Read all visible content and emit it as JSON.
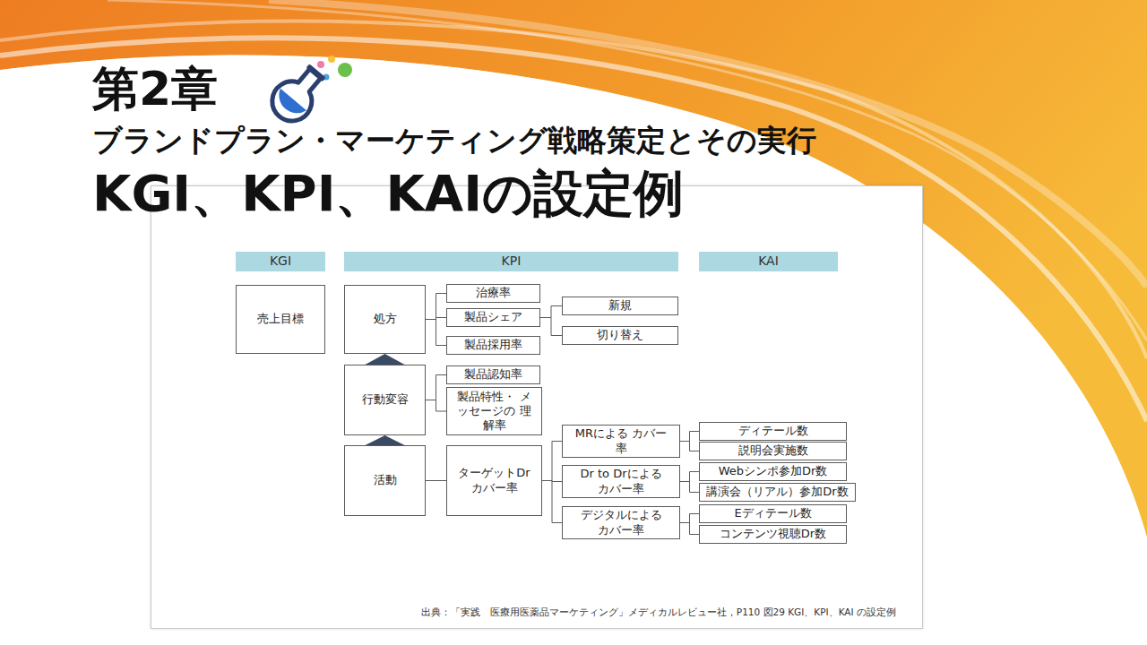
{
  "diagram": {
    "title": "KGI、KPI、KAIの設定例",
    "caption": "出典：「実践　医療用医薬品マーケティング」メディカルレビュー社，P110 図29 KGI、KPI、KAI の設定例",
    "nodes": [
      {
        "text": [
          "KGI"
        ]
      },
      {
        "text": [
          "KPI"
        ]
      },
      {
        "text": [
          "KAI"
        ]
      },
      {
        "text": [
          "売上目標"
        ]
      },
      {
        "text": [
          "処方"
        ]
      },
      {
        "text": [
          "治療率"
        ]
      },
      {
        "text": [
          "製品シェア"
        ]
      },
      {
        "text": [
          "新規"
        ]
      },
      {
        "text": [
          "切り替え"
        ]
      },
      {
        "text": [
          "製品採用率"
        ]
      },
      {
        "text": [
          "行動変容"
        ]
      },
      {
        "text": [
          "製品認知率"
        ]
      },
      {
        "text": [
          "製品特性・ メッセージの 理解率"
        ]
      },
      {
        "text": [
          "活動"
        ]
      },
      {
        "text": [
          "ターゲットDr カバー率"
        ]
      },
      {
        "text": [
          "MRによる カバー率"
        ]
      },
      {
        "text": [
          "Dr to Drによる カバー率"
        ]
      },
      {
        "text": [
          "デジタルによる カバー率"
        ]
      },
      {
        "text": [
          "ディテール数"
        ]
      },
      {
        "text": [
          "説明会実施数"
        ]
      },
      {
        "text": [
          "Webシンポ参加Dr数"
        ]
      },
      {
        "text": [
          "講演会（リアル）参加Dr数"
        ]
      },
      {
        "text": [
          "Eディテール数"
        ]
      },
      {
        "text": [
          "コンテンツ視聴Dr数"
        ]
      }
    ],
    "edges": [
      {
        "from": 4,
        "to": 5,
        "arrow": "none"
      },
      {
        "from": 4,
        "to": 6,
        "arrow": "none"
      },
      {
        "from": 4,
        "to": 9,
        "arrow": "none"
      },
      {
        "from": 6,
        "to": 7,
        "arrow": "none"
      },
      {
        "from": 6,
        "to": 8,
        "arrow": "none"
      },
      {
        "from": 10,
        "to": 4,
        "arrow": "to"
      },
      {
        "from": 10,
        "to": 11,
        "arrow": "none"
      },
      {
        "from": 10,
        "to": 12,
        "arrow": "none"
      },
      {
        "from": 13,
        "to": 10,
        "arrow": "to"
      },
      {
        "from": 13,
        "to": 14,
        "arrow": "none"
      },
      {
        "from": 14,
        "to": 15,
        "arrow": "none"
      },
      {
        "from": 14,
        "to": 16,
        "arrow": "none"
      },
      {
        "from": 14,
        "to": 17,
        "arrow": "none"
      },
      {
        "from": 15,
        "to": 18,
        "arrow": "none"
      },
      {
        "from": 15,
        "to": 19,
        "arrow": "none"
      },
      {
        "from": 16,
        "to": 20,
        "arrow": "none"
      },
      {
        "from": 16,
        "to": 21,
        "arrow": "none"
      },
      {
        "from": 17,
        "to": 22,
        "arrow": "none"
      },
      {
        "from": 17,
        "to": 23,
        "arrow": "none"
      }
    ],
    "labels": [
      "第2章",
      "ブランドプラン・マーケティング戦略策定とその実行"
    ]
  }
}
